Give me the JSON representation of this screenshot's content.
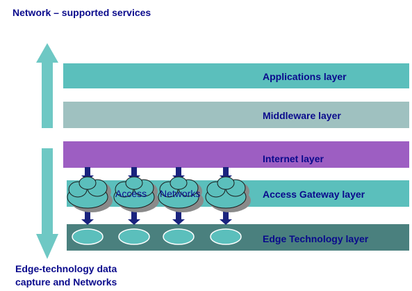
{
  "top_label": "Network – supported services",
  "bottom_label": [
    "Edge-technology data",
    "capture and Networks"
  ],
  "layers": [
    {
      "label": "Applications layer",
      "color": "#5bbfbc"
    },
    {
      "label": "Middleware layer",
      "color": "#9fc1c0"
    },
    {
      "label": "Internet layer",
      "color": "#9d5ec2"
    },
    {
      "label": "Access Gateway layer",
      "color": "#5bbfbc"
    },
    {
      "label": "Edge Technology layer",
      "color": "#4a807e"
    }
  ],
  "cloud_label_1": "Access",
  "cloud_label_2": "Networks",
  "colors": {
    "arrow": "#6ec8c4",
    "text": "#0a0a8c",
    "connector": "#1a237e",
    "cloud": "#5bbfbc",
    "node": "#5bbfbc"
  }
}
